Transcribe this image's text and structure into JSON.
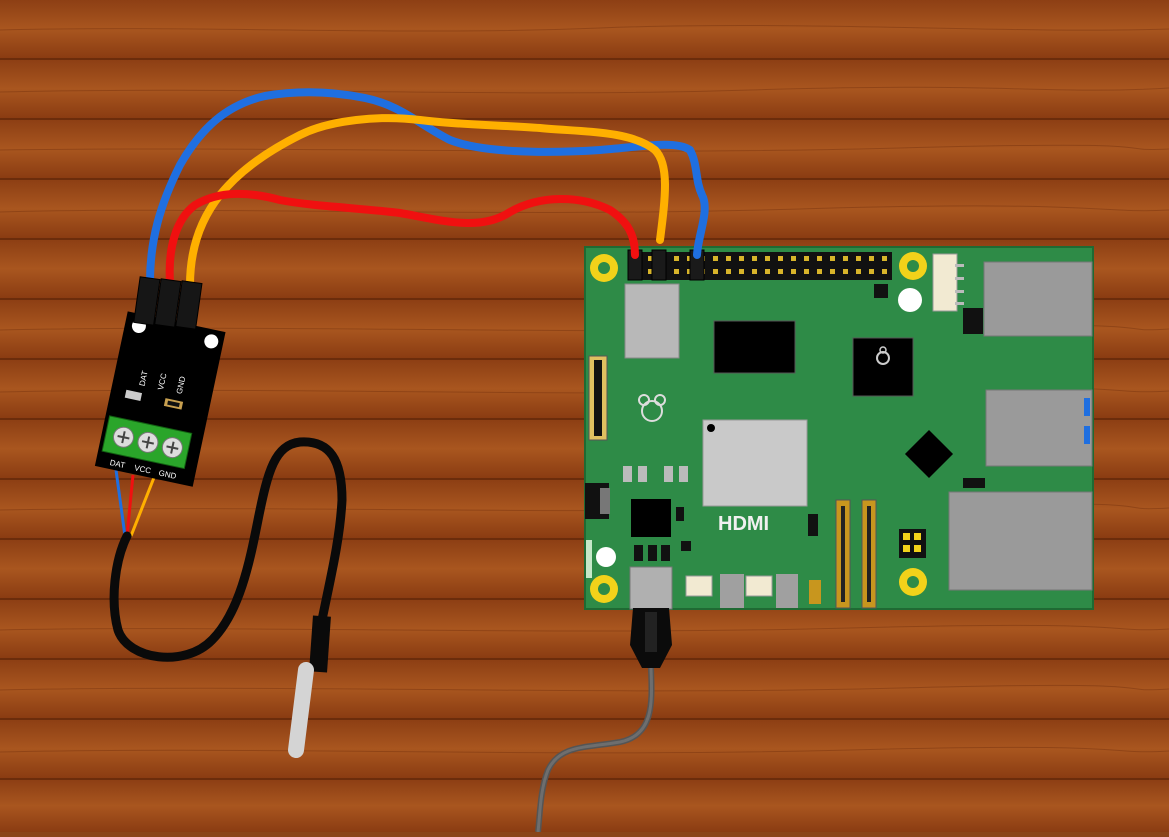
{
  "colors": {
    "wood_base": "#9a4a1c",
    "wood_dark": "#7a3510",
    "board_green": "#2e8b47",
    "wire_data": "#1f6fe0",
    "wire_power": "#f01010",
    "wire_ground": "#ffb000",
    "probe_cable": "#0a0a0a",
    "usb_cable": "#555555"
  },
  "icons": {
    "raspberry_logo": "raspberry-pi-logo-icon"
  },
  "sensor_module": {
    "header_labels": [
      "DAT",
      "VCC",
      "GND"
    ],
    "terminal_labels": [
      "DAT",
      "VCC",
      "GND"
    ]
  },
  "board": {
    "hdmi_label": "HDMI"
  }
}
